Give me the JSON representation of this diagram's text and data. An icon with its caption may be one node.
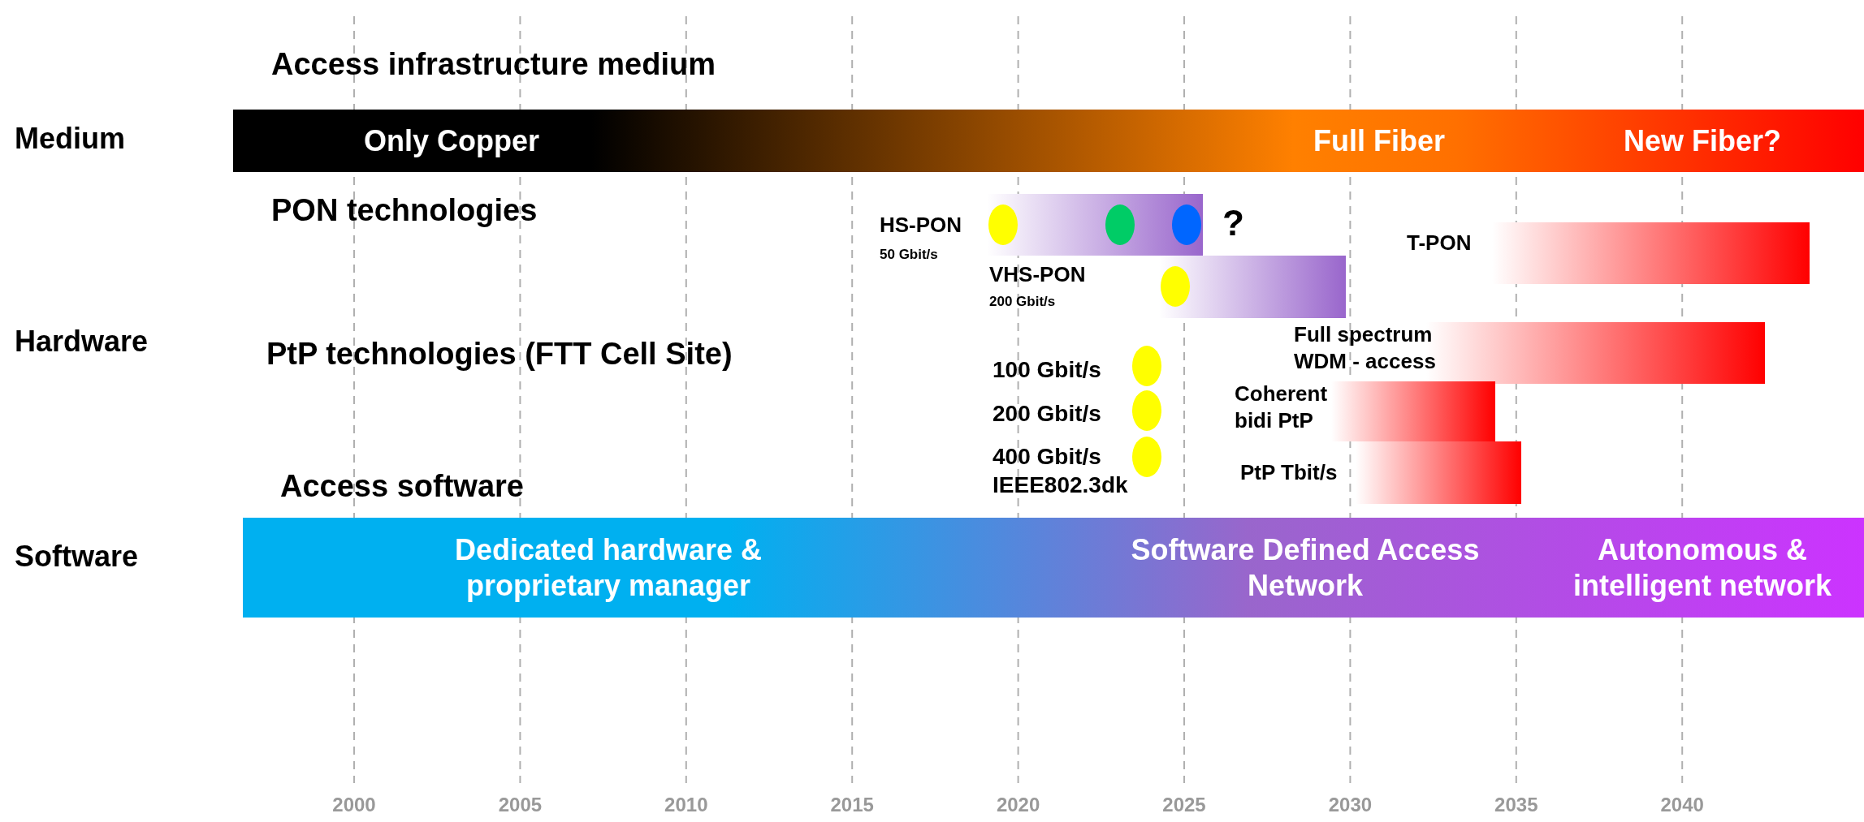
{
  "diagram": {
    "nodes": [
      {
        "text": [
          "Only Copper",
          "Full Fiber",
          "New Fiber?"
        ]
      },
      {
        "text": [],
        "shape": "bar",
        "beside": [
          "HS-PON",
          "50 Gbit/s"
        ]
      },
      {
        "text": [],
        "shape": "circle",
        "in": 1
      },
      {
        "text": [],
        "shape": "circle",
        "in": 1
      },
      {
        "text": [],
        "shape": "circle",
        "in": 1
      },
      {
        "text": [],
        "shape": "bar",
        "beside": [
          "VHS-PON",
          "200 Gbit/s"
        ]
      },
      {
        "text": [],
        "shape": "circle",
        "in": 5
      },
      {
        "text": [],
        "shape": "bar",
        "beside": [
          "T-PON"
        ]
      },
      {
        "text": [],
        "shape": "bar",
        "beside": [
          "Full spectrum WDM - access"
        ]
      },
      {
        "text": [],
        "shape": "circle",
        "beside": [
          "100 Gbit/s"
        ]
      },
      {
        "text": [],
        "shape": "bar",
        "beside": [
          "Coherent bidi PtP"
        ]
      },
      {
        "text": [],
        "shape": "circle",
        "beside": [
          "200 Gbit/s"
        ]
      },
      {
        "text": [],
        "shape": "circle",
        "beside": [
          "400 Gbit/s",
          "IEEE802.3dk"
        ]
      },
      {
        "text": [],
        "shape": "bar",
        "beside": [
          "PtP Tbit/s"
        ]
      },
      {
        "text": [
          "Dedicated hardware & proprietary manager",
          "Software Defined Access Network",
          "Autonomous & intelligent network"
        ]
      }
    ],
    "labels": [
      "Access infrastructure medium",
      "Medium",
      "PON technologies",
      "?",
      "Hardware",
      "PtP technologies (FTT Cell Site)",
      "Access software",
      "Software",
      "2000",
      "2005",
      "2010",
      "2015",
      "2020",
      "2025",
      "2030",
      "2035",
      "2040"
    ]
  }
}
